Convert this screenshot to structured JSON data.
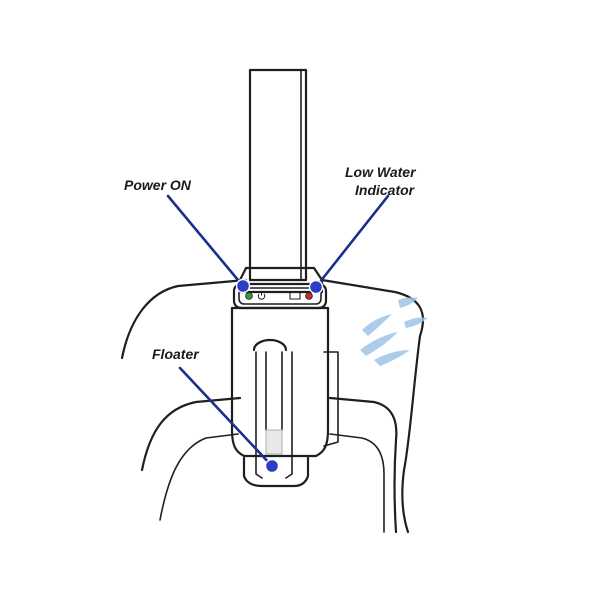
{
  "labels": {
    "power_on": "Power ON",
    "low_water_line1": "Low Water",
    "low_water_line2": "Indicator",
    "floater": "Floater"
  },
  "colors": {
    "callout_line": "#1c2f8a",
    "callout_dot": "#2a3fc4",
    "power_led": "#2e9e3a",
    "low_water_led": "#c62b2b",
    "water_splash": "#9ec5e6"
  },
  "icons": {
    "power_led": "green-led-icon",
    "power_symbol": "power-symbol-icon",
    "water_tank": "water-tank-icon",
    "low_water_led": "red-led-icon"
  }
}
